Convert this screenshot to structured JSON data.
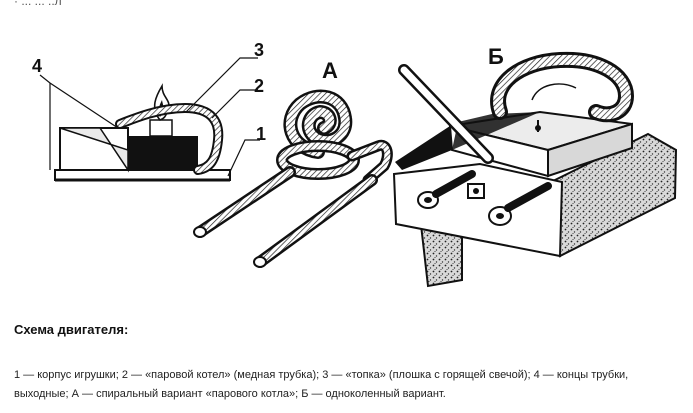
{
  "top_fragment": "· ... ... ..л",
  "figure": {
    "labels": {
      "part1": "1",
      "part2": "2",
      "part3": "3",
      "part4": "4",
      "variant_a": "А",
      "variant_b": "Б"
    }
  },
  "caption": {
    "title": "Схема двигателя:",
    "text": "1 — корпус игрушки; 2 — «паровой котел» (медная трубка); 3 — «топка» (плошка с горящей свечой); 4 — концы трубки, выходные; А — спиральный вариант «парового котла»; Б — одноколенный вариант."
  },
  "colors": {
    "ink": "#1a1a1a",
    "paper": "#ffffff"
  }
}
